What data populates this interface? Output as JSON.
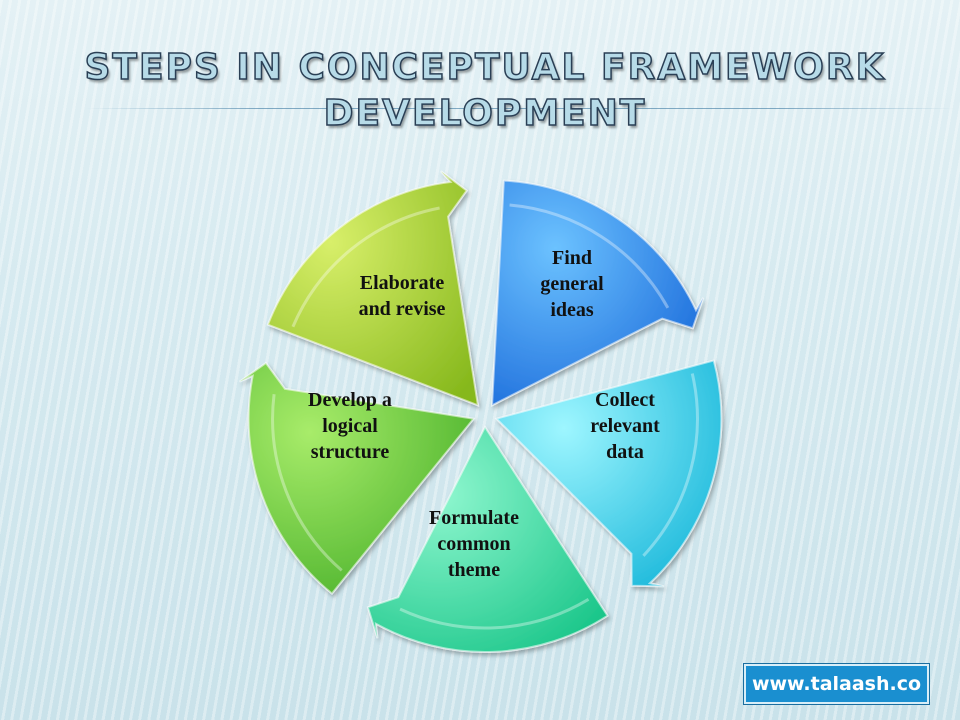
{
  "title": {
    "line1": "STEPS IN CONCEPTUAL FRAMEWORK",
    "line2": "DEVELOPMENT"
  },
  "steps": [
    {
      "line1": "Find",
      "line2": "general",
      "line3": "ideas",
      "color": "#1e88e5"
    },
    {
      "line1": "Collect",
      "line2": "relevant",
      "line3": "data",
      "color": "#19c9e6"
    },
    {
      "line1": "Formulate",
      "line2": "common",
      "line3": "theme",
      "color": "#22d59a"
    },
    {
      "line1": "Develop a",
      "line2": "logical",
      "line3": "structure",
      "color": "#57c43a"
    },
    {
      "line1": "Elaborate",
      "line2": "and revise",
      "color": "#9cc72a"
    }
  ],
  "badge": {
    "text": "www.talaash.co",
    "color": "#1a8fd0"
  }
}
